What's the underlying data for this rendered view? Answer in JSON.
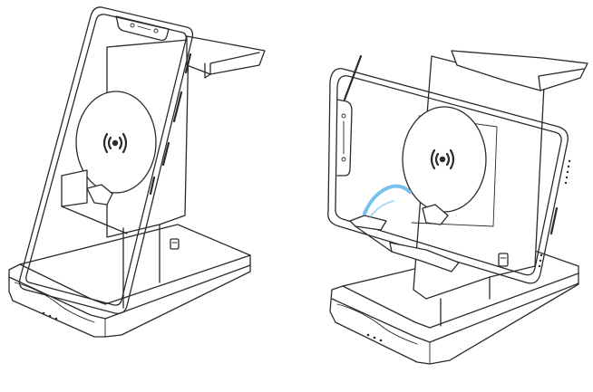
{
  "illustration": {
    "accent_color": "#5fb6e8",
    "line_color": "#2a2a2a",
    "left_view": {
      "device": "phone-portrait",
      "charging_icon": "wireless-charging-icon"
    },
    "right_view": {
      "device": "phone-landscape",
      "charging_icon": "wireless-charging-icon",
      "indicator": "charging-glow"
    }
  }
}
